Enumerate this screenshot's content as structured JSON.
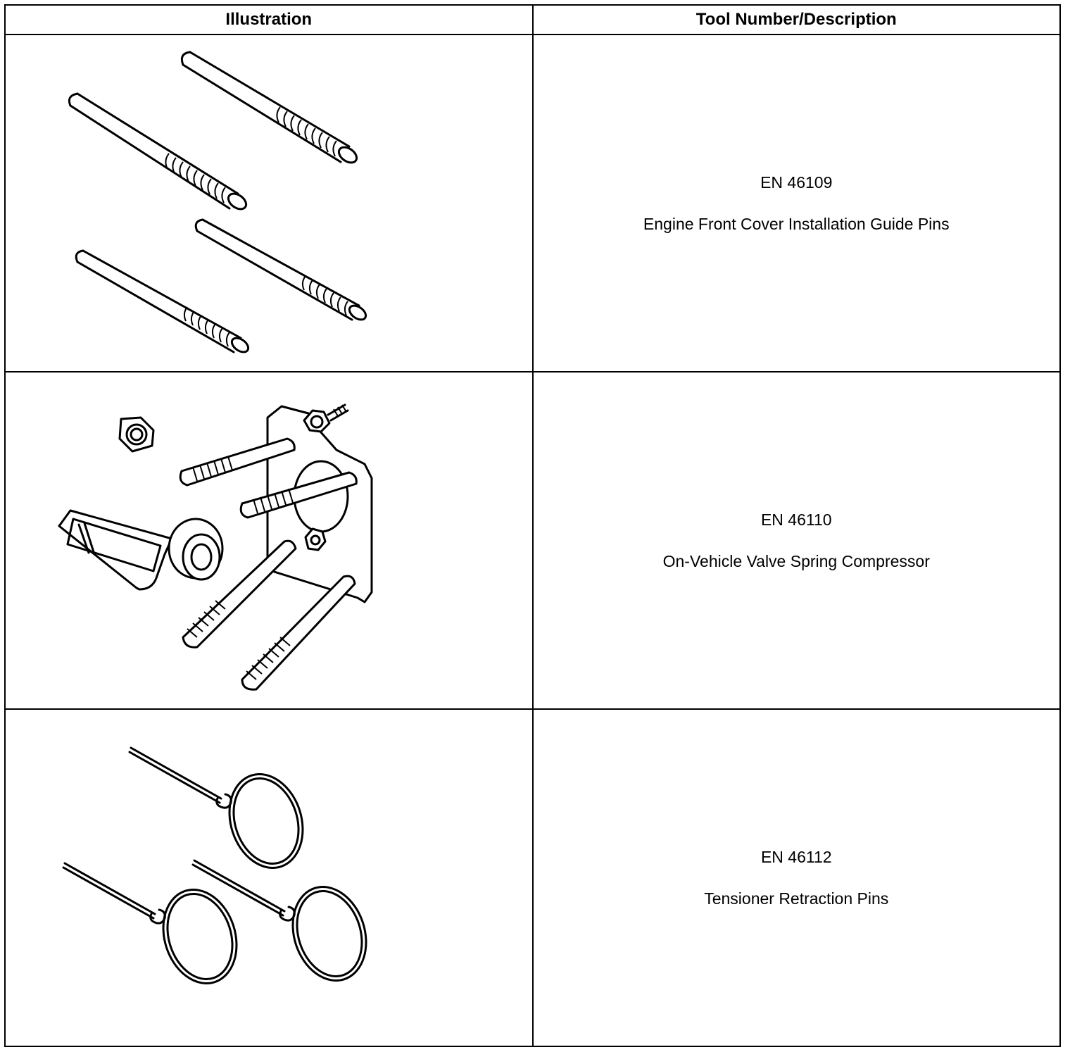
{
  "table": {
    "headers": {
      "illustration": "Illustration",
      "tool": "Tool Number/Description"
    },
    "rows": [
      {
        "number": "EN 46109",
        "description": "Engine Front Cover Installation Guide Pins",
        "illustration_icon": "guide-pins-icon"
      },
      {
        "number": "EN 46110",
        "description": "On-Vehicle Valve Spring Compressor",
        "illustration_icon": "valve-spring-compressor-icon"
      },
      {
        "number": "EN 46112",
        "description": "Tensioner Retraction Pins",
        "illustration_icon": "retraction-pins-icon"
      }
    ]
  }
}
